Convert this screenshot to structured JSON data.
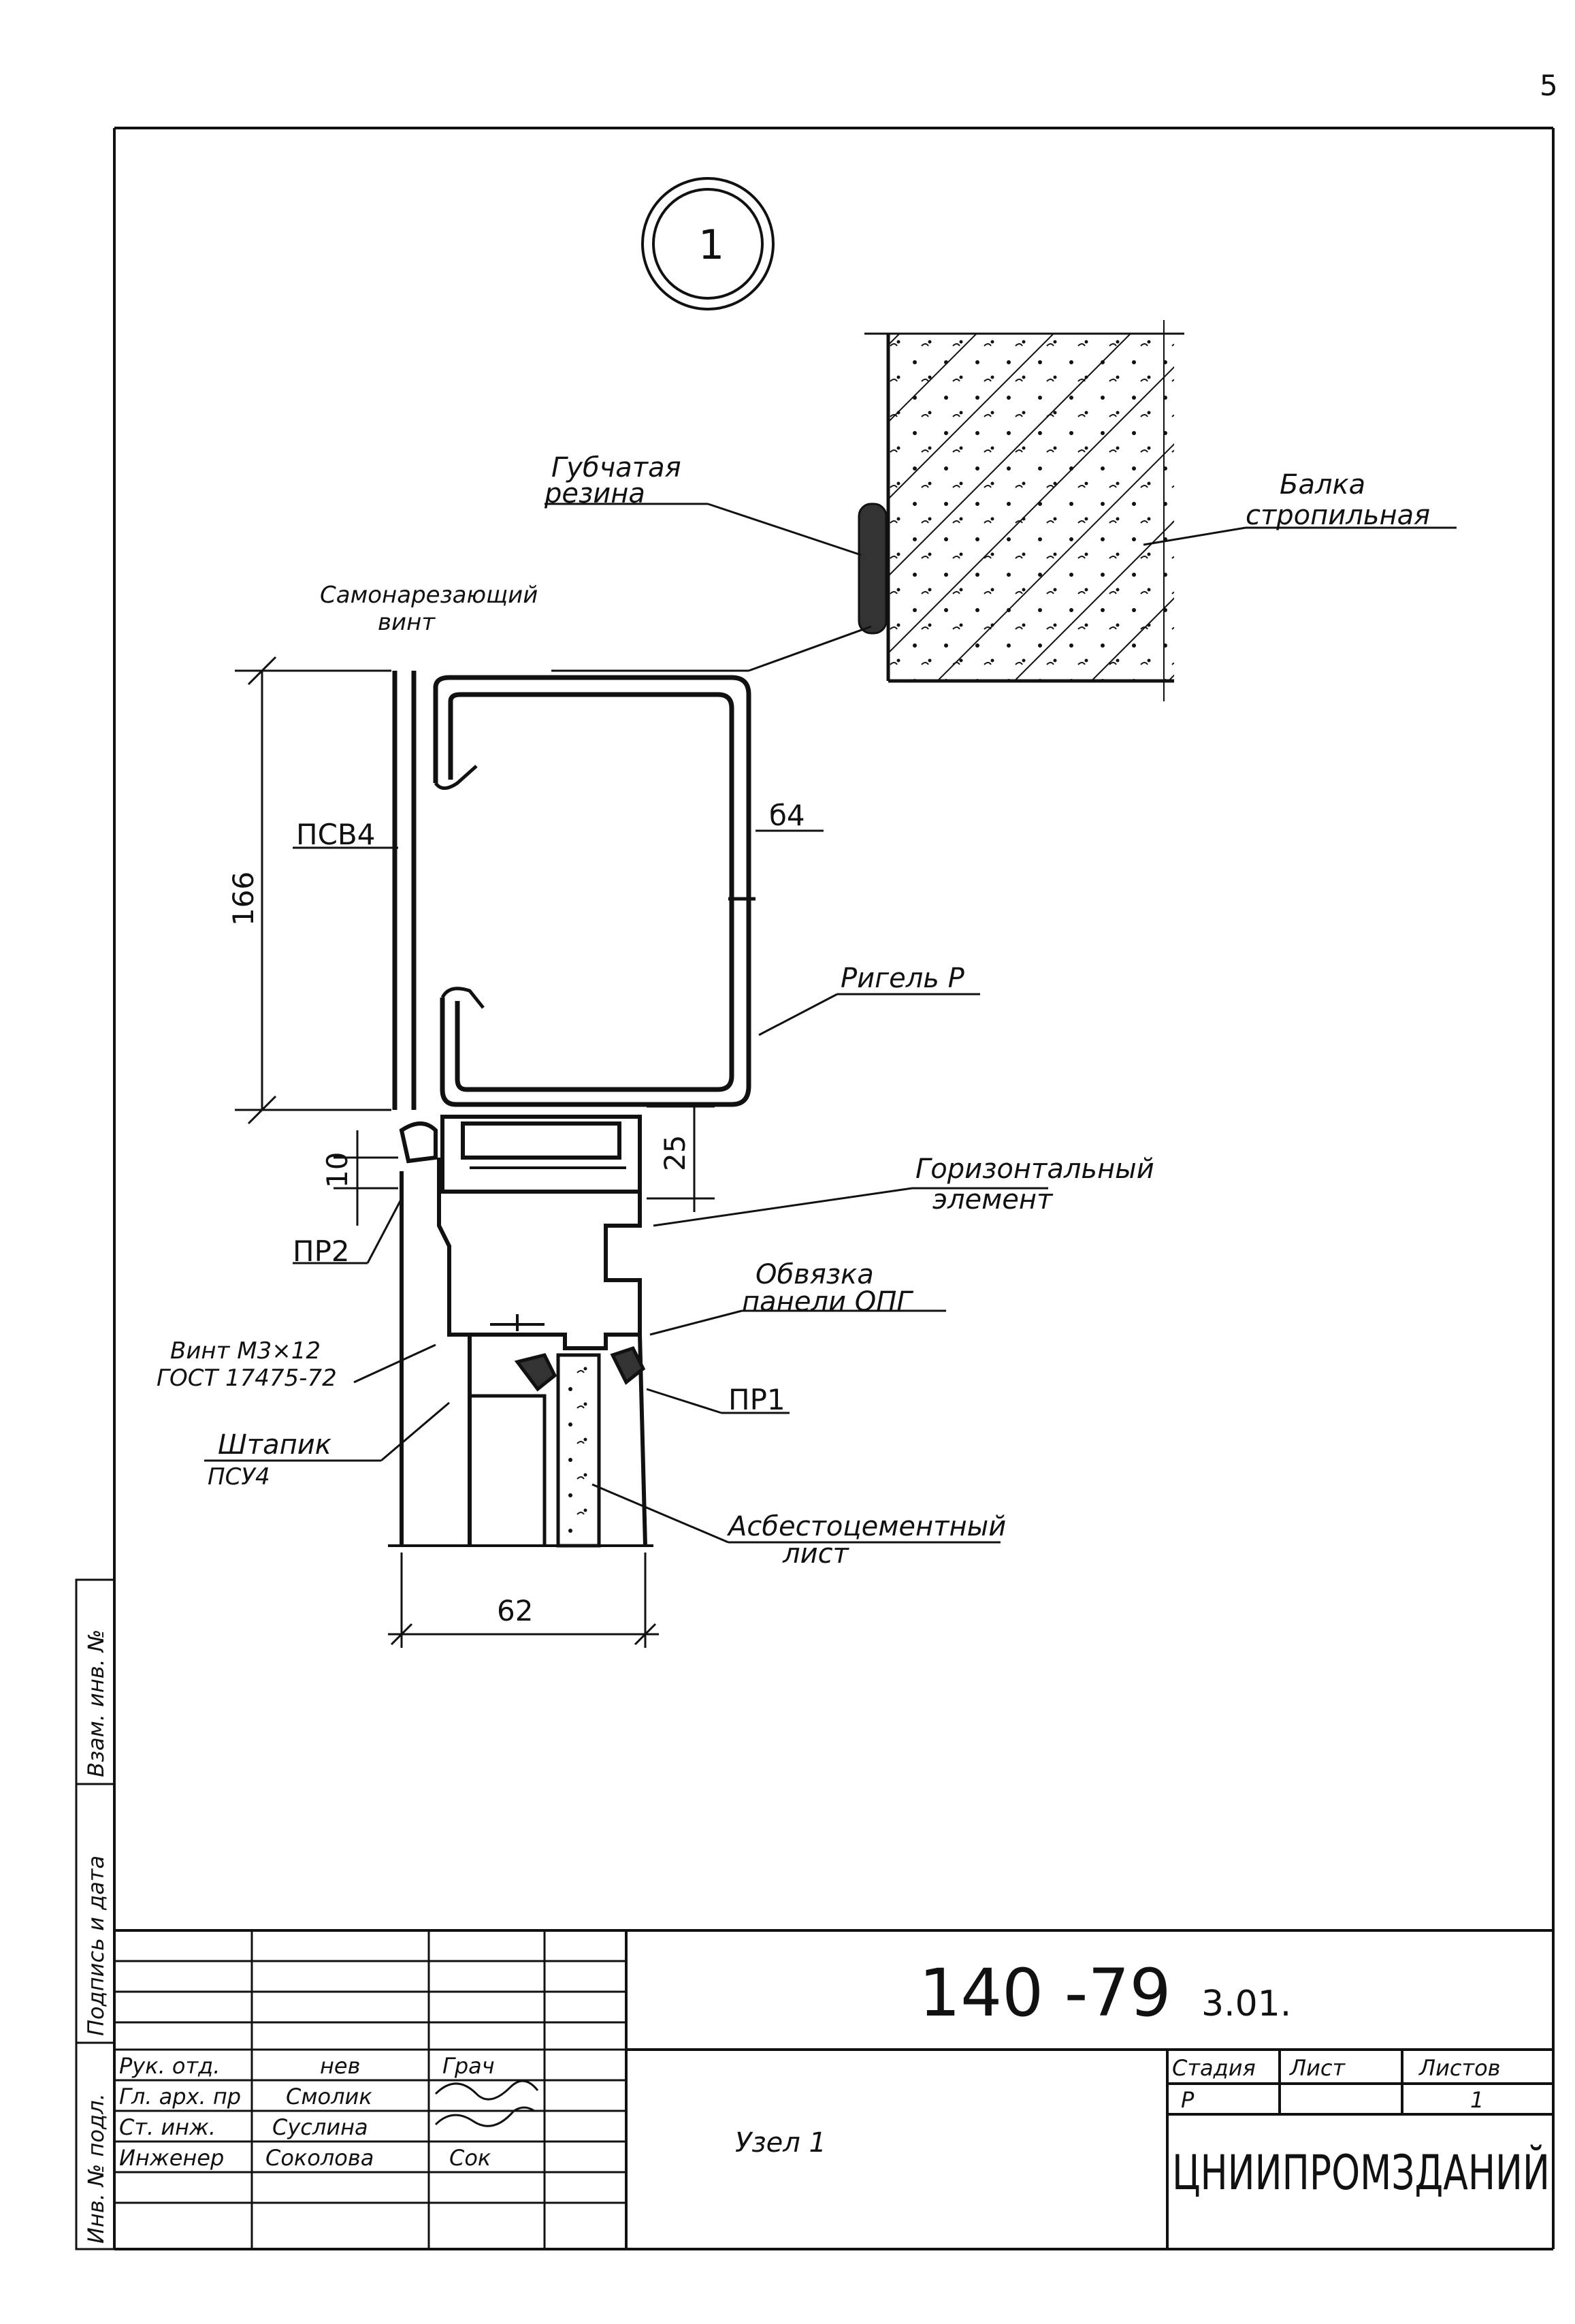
{
  "sheet": {
    "page_number": "5",
    "node_marker": "1"
  },
  "labels": {
    "sponge_rubber": [
      "Губчатая",
      "резина"
    ],
    "rafter_beam": [
      "Балка",
      "стропильная"
    ],
    "self_tapping_screw": [
      "Самонарезающий",
      "винт"
    ],
    "psv4": "ПСВ4",
    "b4": "б4",
    "rigel": "Ригель Р",
    "horizontal_element": [
      "Горизонтальный",
      "элемент"
    ],
    "frame_opg": [
      "Обвязка",
      "панели ОПГ"
    ],
    "screw_m3": [
      "Винт М3×12",
      "ГОСТ 17475-72"
    ],
    "pr2": "ПР2",
    "pr1": "ПР1",
    "shtapik": [
      "Штапик",
      "ПСУ4"
    ],
    "asbestos_sheet": [
      "Асбестоцементный",
      "лист"
    ]
  },
  "dimensions": {
    "height_166": "166",
    "gap_25": "25",
    "gap_10": "10",
    "width_62": "62"
  },
  "side_stamp": [
    "Инв. № подл.",
    "Подпись и дата",
    "Взам. инв. №"
  ],
  "title_block": {
    "doc_number": "140 -79",
    "doc_suffix": "3.01.",
    "drawing_name": "Узел 1",
    "col_stage": "Стадия",
    "col_sheet": "Лист",
    "col_sheets": "Листов",
    "stage": "Р",
    "sheets": "1",
    "org": "ЦНИИПРОМЗДАНИЙ",
    "people": [
      {
        "role": "Рук. отд.",
        "name": "нев",
        "signature": "Грач"
      },
      {
        "role": "Гл. арх. пр",
        "name": "Смолик",
        "signature": ""
      },
      {
        "role": "Ст. инж.",
        "name": "Суслина",
        "signature": ""
      },
      {
        "role": "Инженер",
        "name": "Соколова",
        "signature": "Сок"
      }
    ]
  }
}
